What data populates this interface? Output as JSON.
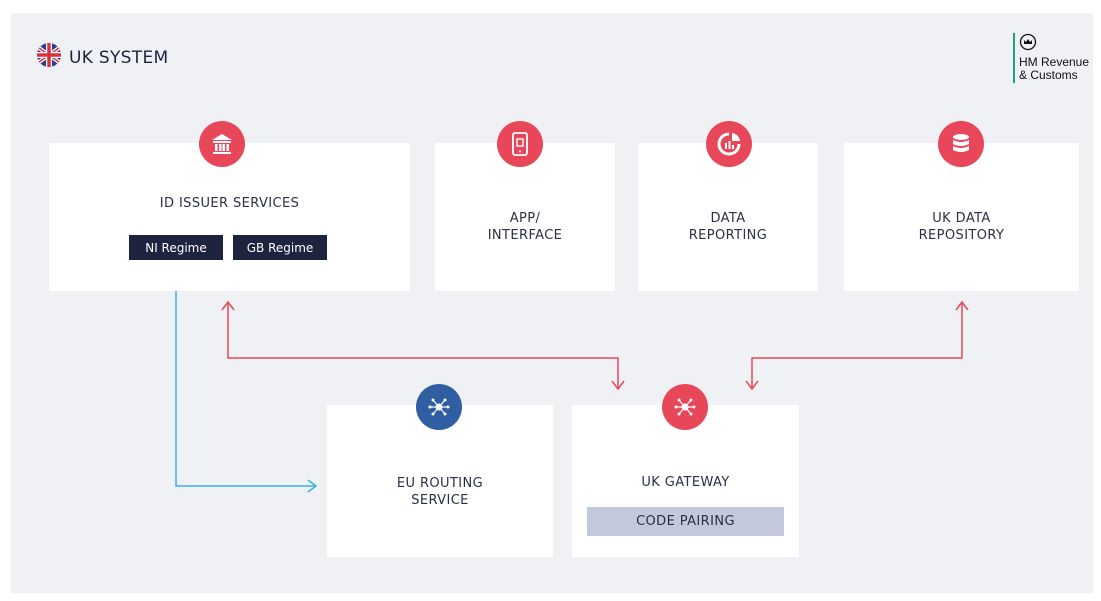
{
  "header": {
    "title": "UK SYSTEM",
    "org_name_line1": "HM Revenue",
    "org_name_line2": "& Customs"
  },
  "boxes": {
    "id_issuer": {
      "title": "ID ISSUER SERVICES",
      "icon": "bank-icon"
    },
    "app_interface": {
      "line1": "APP/",
      "line2": "INTERFACE",
      "icon": "mobile-app-icon"
    },
    "data_reporting": {
      "line1": "DATA",
      "line2": "REPORTING",
      "icon": "chart-report-icon"
    },
    "uk_data_repo": {
      "line1": "UK DATA",
      "line2": "REPOSITORY",
      "icon": "database-icon"
    },
    "eu_routing": {
      "line1": "EU ROUTING",
      "line2": "SERVICE",
      "icon": "network-hub-icon"
    },
    "uk_gateway": {
      "title": "UK GATEWAY",
      "sub": "CODE PAIRING",
      "icon": "network-hub-icon"
    }
  },
  "regimes": [
    "NI Regime",
    "GB Regime"
  ],
  "colors": {
    "accent_red": "#e8475a",
    "accent_blue": "#2f5fa2",
    "navy": "#1e2440",
    "connector_blue": "#3ab0e2",
    "background": "#eff1f5"
  }
}
